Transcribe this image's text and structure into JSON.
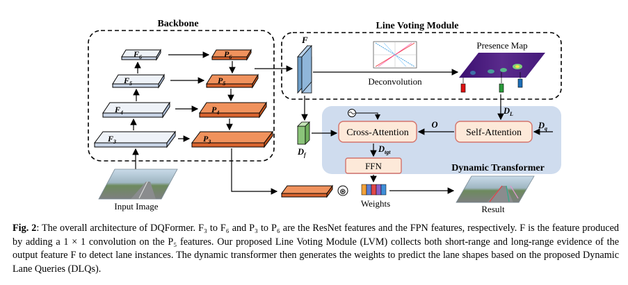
{
  "figure": {
    "backbone_title": "Backbone",
    "lvm_title": "Line Voting Module",
    "presence_map_label": "Presence Map",
    "deconvolution_label": "Deconvolution",
    "cross_attention_label": "Cross-Attention",
    "self_attention_label": "Self-Attention",
    "ffn_label": "FFN",
    "dynamic_transformer_title": "Dynamic Transformer",
    "input_image_label": "Input Image",
    "weights_label": "Weights",
    "result_label": "Result",
    "o_label": "O",
    "dconv_symbol": "⊛",
    "feature_labels": {
      "F6": "F",
      "F6_sub": "6",
      "F5": "F",
      "F5_sub": "5",
      "F4": "F",
      "F4_sub": "4",
      "F3": "F",
      "F3_sub": "3"
    },
    "fpn_labels": {
      "P6": "P",
      "P6_sub": "6",
      "P5": "P",
      "P5_sub": "5",
      "P4": "P",
      "P4_sub": "4",
      "P3": "P",
      "P3_sub": "3"
    },
    "F_label": "F",
    "Df_label": "D",
    "Df_sub": "f",
    "DL_label": "D",
    "DL_sub": "L",
    "Dq_label": "D",
    "Dq_sub": "q",
    "Dtgt_label": "D",
    "Dtgt_sub": "tgt",
    "colors": {
      "feature_blue": "#dfe7f3",
      "fpn_orange": "#e8743b",
      "dynamic_bg": "#cfdcee",
      "attention_box": "#fde9d9",
      "attention_border": "#d4736b"
    }
  },
  "caption": {
    "fig_label": "Fig. 2",
    "text": ": The overall architecture of DQFormer. F₃ to F₆ and P₃ to P₆ are the ResNet features and the FPN features, respectively. F is the feature produced by adding a 1 × 1 convolution on the P₅ features. Our proposed Line Voting Module (LVM) collects both short-range and long-range evidence of the output feature F to detect lane instances. The dynamic transformer then generates the weights to predict the lane shapes based on the proposed Dynamic Lane Queries (DLQs)."
  }
}
